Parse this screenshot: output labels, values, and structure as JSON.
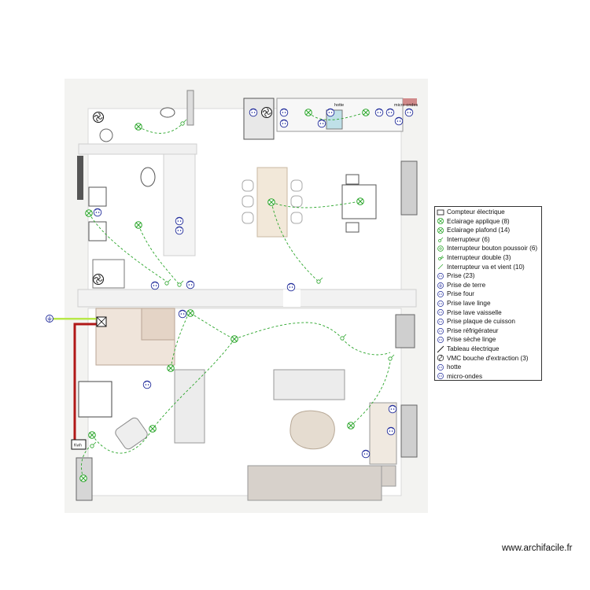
{
  "labels": {
    "hood": "hotte",
    "microwave": "micro-ondes",
    "meter": "Kwh"
  },
  "legend": [
    {
      "symbol": "meter-icon",
      "label": "Compteur électrique"
    },
    {
      "symbol": "wall-light-icon",
      "label": "Eclairage applique (8)"
    },
    {
      "symbol": "ceiling-light-icon",
      "label": "Eclairage plafond (14)"
    },
    {
      "symbol": "switch-icon",
      "label": "Interrupteur (6)"
    },
    {
      "symbol": "push-switch-icon",
      "label": "Interrupteur bouton poussoir (6)"
    },
    {
      "symbol": "double-switch-icon",
      "label": "Interrupteur double (3)"
    },
    {
      "symbol": "two-way-switch-icon",
      "label": "Interrupteur va et vient (10)"
    },
    {
      "symbol": "outlet-icon",
      "label": "Prise (23)"
    },
    {
      "symbol": "earth-icon",
      "label": "Prise de terre"
    },
    {
      "symbol": "outlet-icon",
      "label": "Prise four"
    },
    {
      "symbol": "outlet-icon",
      "label": "Prise lave linge"
    },
    {
      "symbol": "outlet-icon",
      "label": "Prise lave vaisselle"
    },
    {
      "symbol": "outlet-icon",
      "label": "Prise plaque de cuisson"
    },
    {
      "symbol": "outlet-icon",
      "label": "Prise réfrigérateur"
    },
    {
      "symbol": "outlet-icon",
      "label": "Prise sèche linge"
    },
    {
      "symbol": "panel-icon",
      "label": "Tableau électrique"
    },
    {
      "symbol": "vmc-icon",
      "label": "VMC bouche d'extraction (3)"
    },
    {
      "symbol": "outlet-icon",
      "label": "hotte"
    },
    {
      "symbol": "outlet-icon",
      "label": "micro-ondes"
    }
  ],
  "watermark": "www.archifacile.fr"
}
